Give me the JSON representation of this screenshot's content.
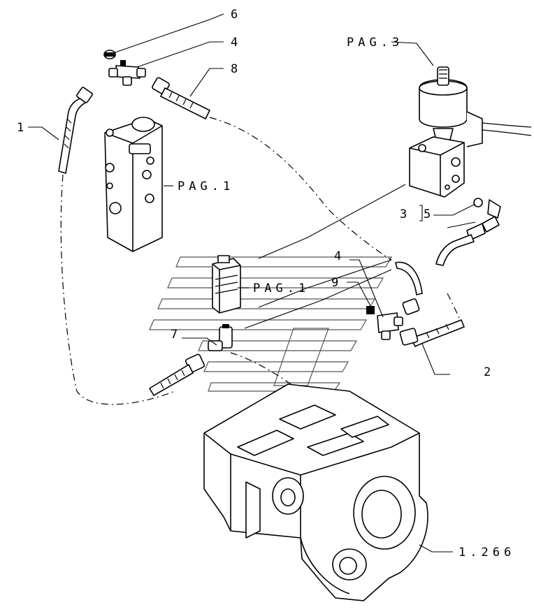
{
  "callouts": {
    "c1": "1",
    "c2": "2",
    "c3": "3",
    "c4_top": "4",
    "c4_mid": "4",
    "c5": "5",
    "c6": "6",
    "c7": "7",
    "c8": "8",
    "c9": "9"
  },
  "references": {
    "pag3": "PAG.3",
    "pag1_valve": "PAG.1",
    "pag1_solenoid": "PAG.1",
    "housing": "1.266"
  },
  "colors": {
    "line": "#000000",
    "background": "#ffffff"
  }
}
